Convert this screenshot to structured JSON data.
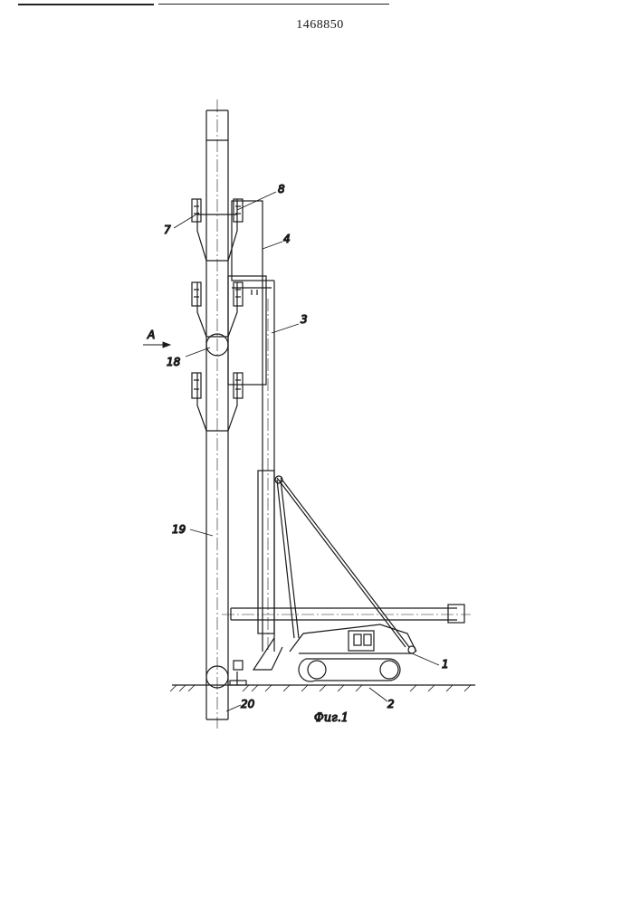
{
  "patent_number": "1468850",
  "figure_caption": "Фиг.1",
  "view_label": "А",
  "part_labels": {
    "p1": "1",
    "p2": "2",
    "p3": "3",
    "p4": "4",
    "p7": "7",
    "p8": "8",
    "p18": "18",
    "p19": "19",
    "p20": "20"
  }
}
